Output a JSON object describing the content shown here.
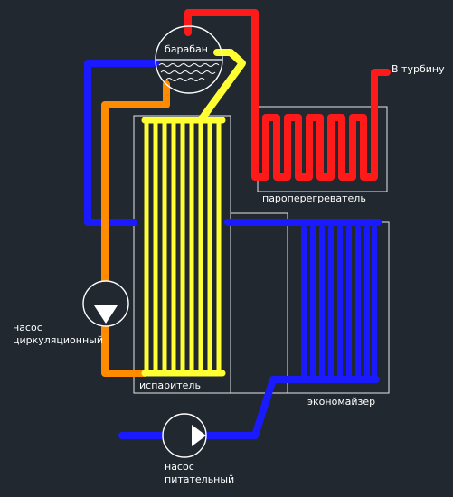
{
  "labels": {
    "drum": "барабан",
    "to_turbine": "В турбину",
    "superheater": "пароперегреватель",
    "circulation_pump": "насос\nциркуляционный",
    "evaporator": "испаритель",
    "economizer": "экономайзер",
    "feed_pump": "насос\nпитательный"
  },
  "colors": {
    "background": "#212830",
    "feedwater": "#1a1aff",
    "circulation": "#ff8c00",
    "steam_water": "#ffff33",
    "superheated_steam": "#ff1a1a",
    "outline": "#ffffff"
  }
}
